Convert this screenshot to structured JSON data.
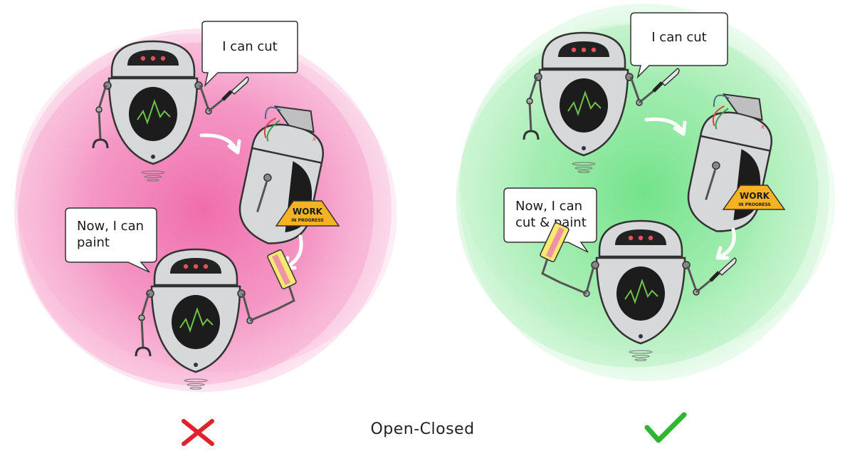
{
  "caption": "Open-Closed",
  "left_panel": {
    "status": "incorrect",
    "status_color": "#e0222c",
    "bubble_top": [
      "I can cut"
    ],
    "bubble_bottom": [
      "Now, I can",
      "paint"
    ],
    "sign_title": "WORK",
    "sign_sub": "IN PROGRESS"
  },
  "right_panel": {
    "status": "correct",
    "status_color": "#2fb52f",
    "bubble_top": [
      "I can cut"
    ],
    "bubble_bottom": [
      "Now, I can",
      "cut & paint"
    ],
    "sign_title": "WORK",
    "sign_sub": "IN PROGRESS"
  },
  "colors": {
    "pink_blob": "#f06aa8",
    "green_blob": "#5fe07c",
    "robot_body": "#d7d8da",
    "robot_outline": "#333333",
    "visor": "#222222",
    "eye_dot": "#e8505b",
    "screen": "#1c1c1c",
    "screen_line": "#6fc24a",
    "sign": "#f5b223"
  }
}
